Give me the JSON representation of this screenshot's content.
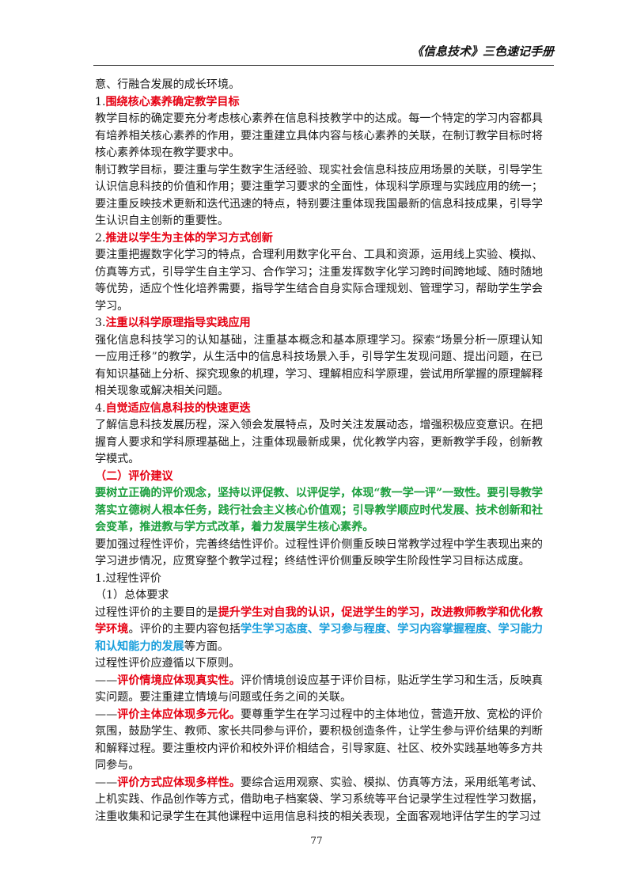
{
  "header": {
    "title": "《信息技术》三色速记手册"
  },
  "colors": {
    "red": "#e60012",
    "green": "#1a9e3c",
    "blue": "#1a9fdc"
  },
  "paragraphs": [
    {
      "runs": [
        {
          "t": "意、行融合发展的成长环境。"
        }
      ]
    },
    {
      "runs": [
        {
          "t": "1."
        },
        {
          "t": "围绕核心素养确定教学目标",
          "s": "red"
        }
      ]
    },
    {
      "runs": [
        {
          "t": "教学目标的确定要充分考虑核心素养在信息科技教学中的达成。每一个特定的学习内容都具有培养相关核心素养的作用，要注重建立具体内容与核心素养的关联，在制订教学目标时将核心素养体现在教学要求中。"
        }
      ]
    },
    {
      "runs": [
        {
          "t": "制订教学目标，要注重与学生数字生活经验、现实社会信息科技应用场景的关联，引导学生认识信息科技的价值和作用；要注重学习要求的全面性，体现科学原理与实践应用的统一；要注重反映技术更新和迭代迅速的特点，特别要注重体现我国最新的信息科技成果，引导学生认识自主创新的重要性。"
        }
      ]
    },
    {
      "runs": [
        {
          "t": "2."
        },
        {
          "t": "推进以学生为主体的学习方式创新",
          "s": "red"
        }
      ]
    },
    {
      "runs": [
        {
          "t": "要注重把握数字化学习的特点，合理利用数字化平台、工具和资源，运用线上实验、模拟、仿真等方式，引导学生自主学习、合作学习；注重发挥数字化学习跨时间跨地域、随时随地等优势，适应个性化培养需要，指导学生结合自身实际合理规划、管理学习，帮助学生学会学习。"
        }
      ]
    },
    {
      "runs": [
        {
          "t": "3."
        },
        {
          "t": "注重以科学原理指导实践应用",
          "s": "red"
        }
      ]
    },
    {
      "runs": [
        {
          "t": "强化信息科技学习的认知基础，注重基本概念和基本原理学习。探索“场景分析一原理认知一应用迁移”的教学，从生活中的信息科技场景入手，引导学生发现问题、提出问题，在已有知识基础上分析、探究现象的机理，学习、理解相应科学原理，尝试用所掌握的原理解释相关现象或解决相关问题。"
        }
      ]
    },
    {
      "runs": [
        {
          "t": "4."
        },
        {
          "t": "自觉适应信息科技的快速更迭",
          "s": "red"
        }
      ]
    },
    {
      "runs": [
        {
          "t": "了解信息科技发展历程，深入领会发展特点，及时关注发展动态，增强积极应变意识。在把握育人要求和学科原理基础上，注重体现最新成果，优化教学内容，更新教学手段，创新教学模式。"
        }
      ]
    },
    {
      "runs": [
        {
          "t": "（二）评价建议",
          "s": "red"
        }
      ]
    },
    {
      "runs": [
        {
          "t": "要树立正确的评价观念，坚持以评促教、以评促学，体现“教一学一评”一致性。要引导教学落实立德树人根本任务，践行社会主义核心价值观；引导教学顺应时代发展、技术创新和社会变革，推进教与学方式改革，着力发展学生核心素养。",
          "s": "green"
        }
      ]
    },
    {
      "runs": [
        {
          "t": "要加强过程性评价，完善终结性评价。过程性评价侧重反映日常教学过程中学生表现出来的学习进步情况，应贯穿整个教学过程；终结性评价侧重反映学生阶段性学习目标达成度。"
        }
      ]
    },
    {
      "runs": [
        {
          "t": "1.过程性评价"
        }
      ]
    },
    {
      "runs": [
        {
          "t": "（1）总体要求"
        }
      ]
    },
    {
      "runs": [
        {
          "t": "过程性评价的主要目的是"
        },
        {
          "t": "提升学生对自我的认识，促进学生的学习，改进教师教学和优化教学环境",
          "s": "red"
        },
        {
          "t": "。评价的主要内容包括"
        },
        {
          "t": "学生学习态度、学习参与程度、学习内容掌握程度、学习能力和认知能力的发展",
          "s": "blue"
        },
        {
          "t": "等方面。"
        }
      ]
    },
    {
      "runs": [
        {
          "t": "过程性评价应遵循以下原则。"
        }
      ]
    },
    {
      "runs": [
        {
          "t": "——"
        },
        {
          "t": "评价情境应体现真实性。",
          "s": "red"
        },
        {
          "t": "评价情境创设应基于评价目标，贴近学生学习和生活，反映真实问题。要注重建立情境与问题或任务之间的关联。"
        }
      ]
    },
    {
      "runs": [
        {
          "t": "——"
        },
        {
          "t": "评价主体应体现多元化。",
          "s": "red"
        },
        {
          "t": "要尊重学生在学习过程中的主体地位，营造开放、宽松的评价氛围，鼓励学生、教师、家长共同参与评价，要积极创造条件，让学生参与评价结果的判断和解释过程。要注重校内评价和校外评价相结合，引导家庭、社区、校外实践基地等多方共同参与。"
        }
      ]
    },
    {
      "runs": [
        {
          "t": "——"
        },
        {
          "t": "评价方式应体现多样性。",
          "s": "red"
        },
        {
          "t": "要综合运用观察、实验、模拟、仿真等方法，采用纸笔考试、上机实践、作品创作等方式，借助电子档案袋、学习系统等平台记录学生过程性学习数据，注重收集和记录学生在其他课程中运用信息科技的相关表现，全面客观地评估学生的学习过"
        }
      ]
    }
  ],
  "footer": {
    "page_number": "77"
  }
}
